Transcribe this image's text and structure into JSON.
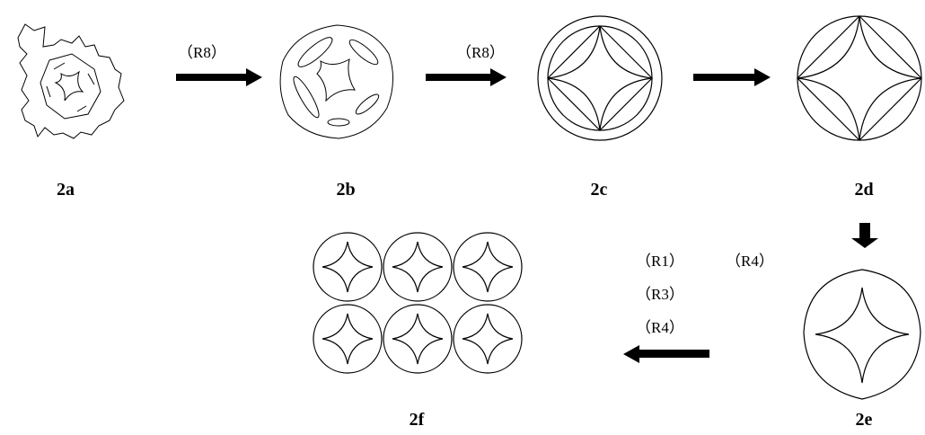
{
  "figures": {
    "2a": {
      "label": "2a"
    },
    "2b": {
      "label": "2b"
    },
    "2c": {
      "label": "2c"
    },
    "2d": {
      "label": "2d"
    },
    "2e": {
      "label": "2e"
    },
    "2f": {
      "label": "2f"
    }
  },
  "arrows": {
    "a_to_b": {
      "rule": "（R8）"
    },
    "b_to_c": {
      "rule": "（R8）"
    },
    "c_to_d": {
      "rule": ""
    },
    "e_to_f": {
      "rules": [
        "（R1）",
        "（R3）",
        "（R4）"
      ]
    },
    "d_to_e": {
      "rule": "（R4）"
    }
  },
  "colors": {
    "ink": "#000000",
    "background": "#ffffff"
  }
}
